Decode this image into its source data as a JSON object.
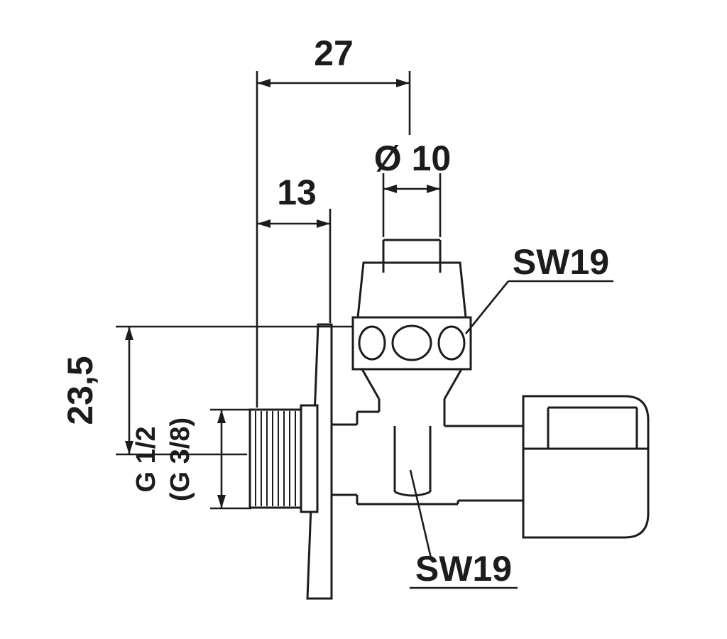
{
  "drawing": {
    "background_color": "#ffffff",
    "ink_color": "#1c1c1c",
    "labels": {
      "dim_27": "27",
      "dim_13": "13",
      "dim_diameter_10": "Ø 10",
      "dim_23_5": "23,5",
      "thread_size": "G 1/2",
      "thread_size_alt": "(G 3/8)",
      "wrench_size_top": "SW19",
      "wrench_size_bottom": "SW19"
    }
  }
}
